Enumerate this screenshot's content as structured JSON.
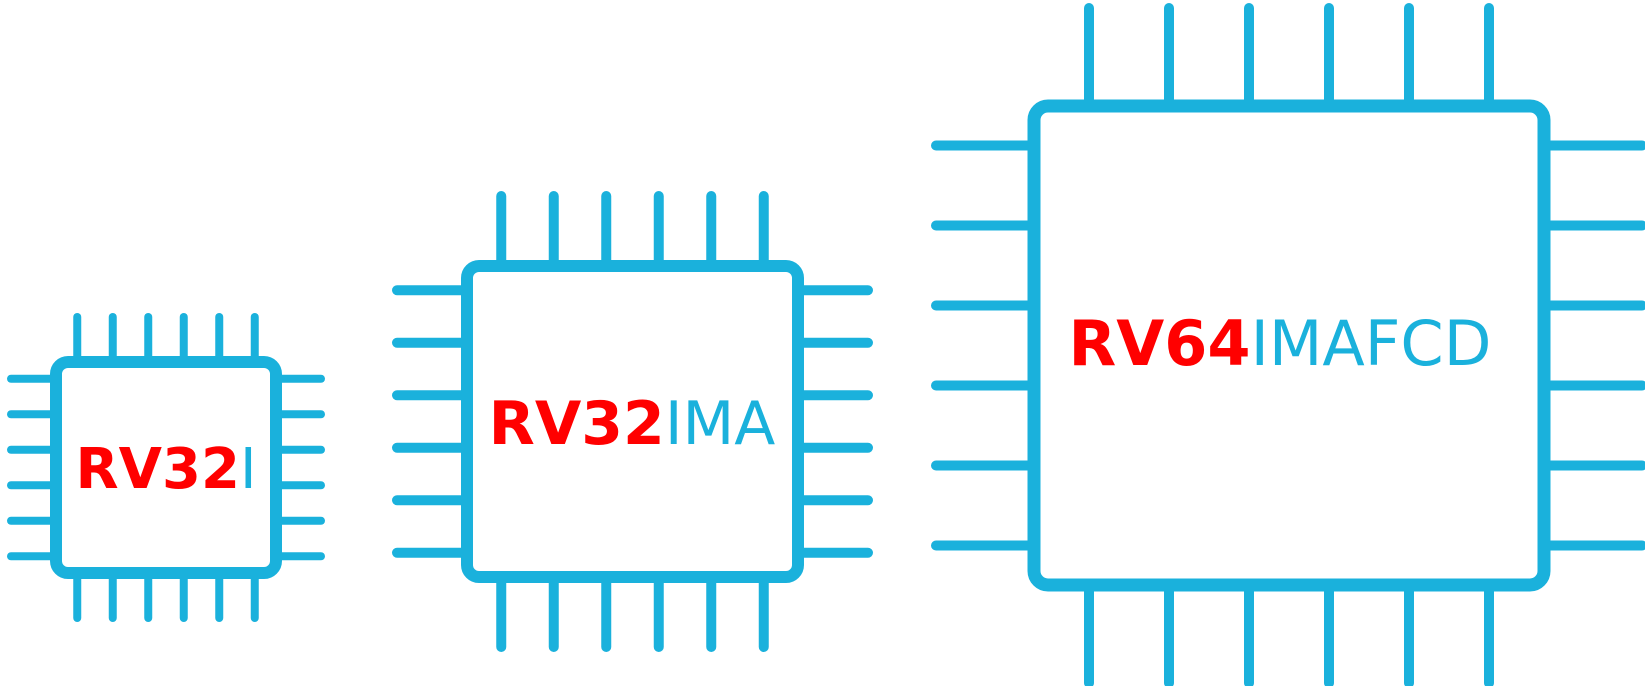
{
  "colors": {
    "chip": "#1AB1DC",
    "base_text": "#FF0000",
    "extension_text": "#1AB1DC",
    "background": "#FFFFFF"
  },
  "chips": [
    {
      "id": "rv32i",
      "base": "RV32",
      "extensions": "I"
    },
    {
      "id": "rv32ima",
      "base": "RV32",
      "extensions": "IMA"
    },
    {
      "id": "rv64imafcd",
      "base": "RV64",
      "extensions": "IMAFCD"
    }
  ]
}
